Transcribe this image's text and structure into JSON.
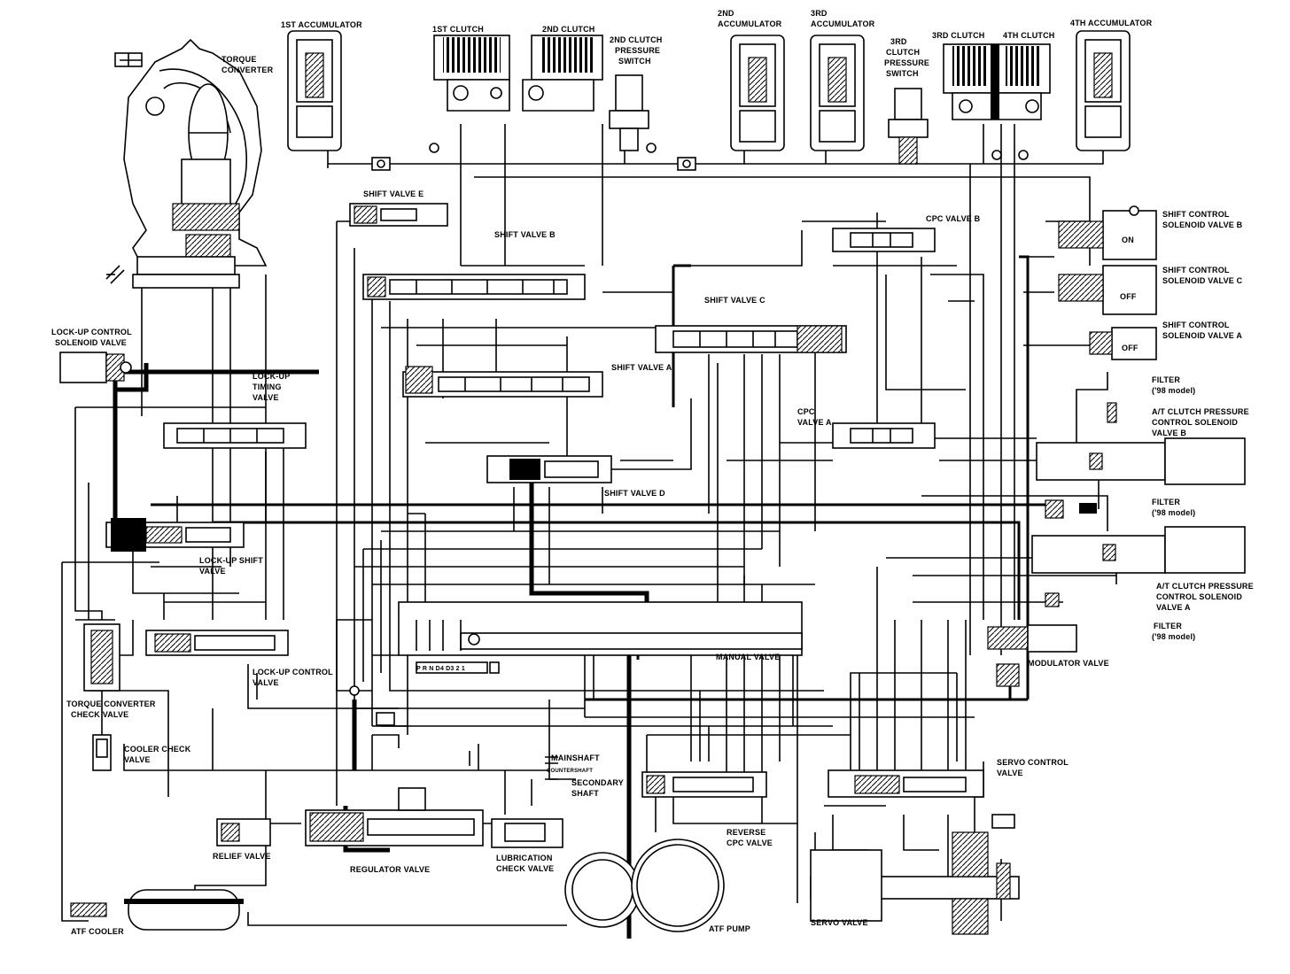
{
  "labels": {
    "acc1": "1ST ACCUMULATOR",
    "clutch1": "1ST CLUTCH",
    "clutch2": "2ND CLUTCH",
    "psw2_1": "2ND CLUTCH",
    "psw2_2": "PRESSURE",
    "psw2_3": "SWITCH",
    "acc2_1": "2ND",
    "acc2_2": "ACCUMULATOR",
    "acc3_1": "3RD",
    "acc3_2": "ACCUMULATOR",
    "psw3_1": "3RD",
    "psw3_2": "CLUTCH",
    "psw3_3": "PRESSURE",
    "psw3_4": "SWITCH",
    "clutch3": "3RD CLUTCH",
    "clutch4": "4TH CLUTCH",
    "acc4": "4TH ACCUMULATOR",
    "tc1": "TORQUE",
    "tc2": "CONVERTER",
    "sve": "SHIFT VALVE E",
    "svb": "SHIFT VALVE B",
    "cpcb": "CPC VALVE B",
    "solb1": "SHIFT CONTROL",
    "solb2": "SOLENOID VALVE B",
    "solc1": "SHIFT CONTROL",
    "solc2": "SOLENOID VALVE C",
    "sola1": "SHIFT CONTROL",
    "sola2": "SOLENOID VALVE A",
    "on_b": "ON",
    "off_c": "OFF",
    "off_a": "OFF",
    "svc": "SHIFT VALVE C",
    "lusol1": "LOCK-UP CONTROL",
    "lusol2": "SOLENOID VALVE",
    "lut1": "LOCK-UP",
    "lut2": "TIMING",
    "lut3": "VALVE",
    "sva": "SHIFT VALVE A",
    "filter1_1": "FILTER",
    "filter1_2": "('98 model)",
    "atb1": "A/T CLUTCH PRESSURE",
    "atb2": "CONTROL SOLENOID",
    "atb3": "VALVE B",
    "cpca1": "CPC",
    "cpca2": "VALVE A",
    "svd": "SHIFT VALVE D",
    "filter2_1": "FILTER",
    "filter2_2": "('98 model)",
    "lus1": "LOCK-UP SHIFT",
    "lus2": "VALVE",
    "ata1": "A/T CLUTCH PRESSURE",
    "ata2": "CONTROL SOLENOID",
    "ata3": "VALVE A",
    "filter3_1": "FILTER",
    "filter3_2": "('98 model)",
    "manual": "MANUAL VALVE",
    "modulator": "MODULATOR VALVE",
    "luc1": "LOCK-UP CONTROL",
    "luc2": "VALVE",
    "tcc1": "TORQUE CONVERTER",
    "tcc2": "CHECK VALVE",
    "ccv1": "COOLER CHECK",
    "ccv2": "VALVE",
    "mainshaft": "MAINSHAFT",
    "countershaft": "COUNTERSHAFT",
    "secondary1": "SECONDARY",
    "secondary2": "SHAFT",
    "servo_ctrl1": "SERVO CONTROL",
    "servo_ctrl2": "VALVE",
    "relief": "RELIEF VALVE",
    "regulator": "REGULATOR VALVE",
    "lub1": "LUBRICATION",
    "lub2": "CHECK VALVE",
    "rcpc1": "REVERSE",
    "rcpc2": "CPC VALVE",
    "atfcooler": "ATF COOLER",
    "atfpump": "ATF PUMP",
    "servo": "SERVO VALVE",
    "gear_positions": "P R N D4 D3 2 1"
  }
}
